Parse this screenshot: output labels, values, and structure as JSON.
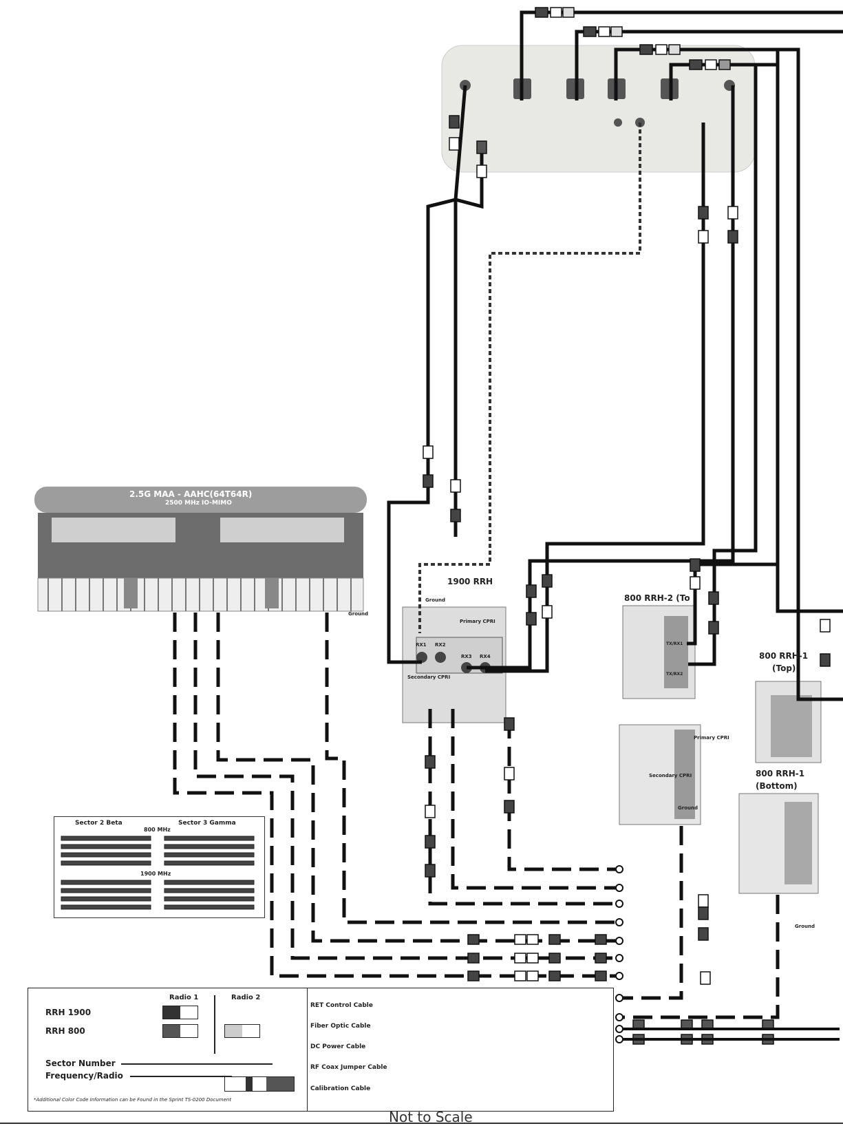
{
  "diagram": {
    "maa_title": "2.5G MAA - AAHC(64T64R)",
    "maa_subtitle": "2500 MHz IO-MIMO",
    "rrh1900_label": "1900 RRH",
    "rrh800_2_label": "800 RRH-2 (To",
    "rrh800_1_top_label": "800 RRH-1",
    "rrh800_1_top_sub": "(Top)",
    "rrh800_1_bottom_label": "800 RRH-1",
    "rrh800_1_bottom_sub": "(Bottom)",
    "ground": "Ground",
    "primary_cpri": "Primary CPRI",
    "secondary_cpri": "Secondary CPRI",
    "port_rx1": "RX1",
    "port_rx2": "RX2",
    "port_rx3": "RX3",
    "port_rx4": "RX4",
    "port_txrx1": "TX/RX1",
    "port_txrx2": "TX/RX2",
    "not_to_scale": "Not to Scale"
  },
  "sector_key": {
    "col1": "Sector 2 Beta",
    "col2": "Sector 3 Gamma",
    "band1": "800 MHz",
    "band2": "1900 MHz"
  },
  "legend": {
    "radio1": "Radio 1",
    "radio2": "Radio 2",
    "rrh1900": "RRH 1900",
    "rrh800": "RRH 800",
    "sector_number": "Sector Number",
    "frequency_radio": "Frequency/Radio",
    "footnote": "*Additional Color Code Information can be Found in the Sprint TS-0200 Document",
    "ret_cable": "RET Control Cable",
    "fiber_cable": "Fiber Optic Cable",
    "dc_cable": "DC Power Cable",
    "rf_cable": "RF Coax Jumper Cable",
    "cal_cable": "Calibration Cable"
  },
  "colors": {
    "cable": "#111111",
    "panel": "#e6e6e2",
    "radio_body": "#d8d8d8"
  }
}
